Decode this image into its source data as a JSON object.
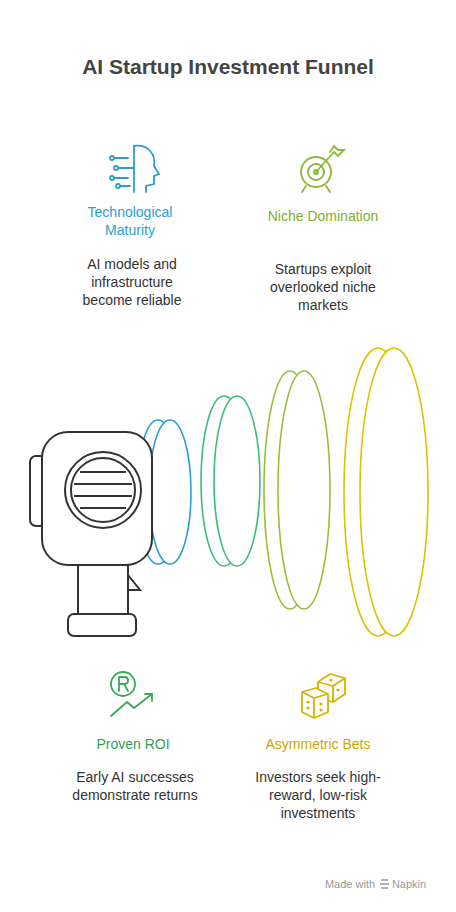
{
  "diagram": {
    "title": "AI Startup Investment Funnel",
    "labels": [
      "Technological Maturity",
      "AI models and infrastructure become reliable",
      "Niche Domination",
      "Startups exploit overlooked niche markets",
      "Proven ROI",
      "Early AI successes demonstrate returns",
      "Asymmetric Bets",
      "Investors seek high-reward, low-risk investments",
      "Made with",
      "Napkin"
    ]
  }
}
